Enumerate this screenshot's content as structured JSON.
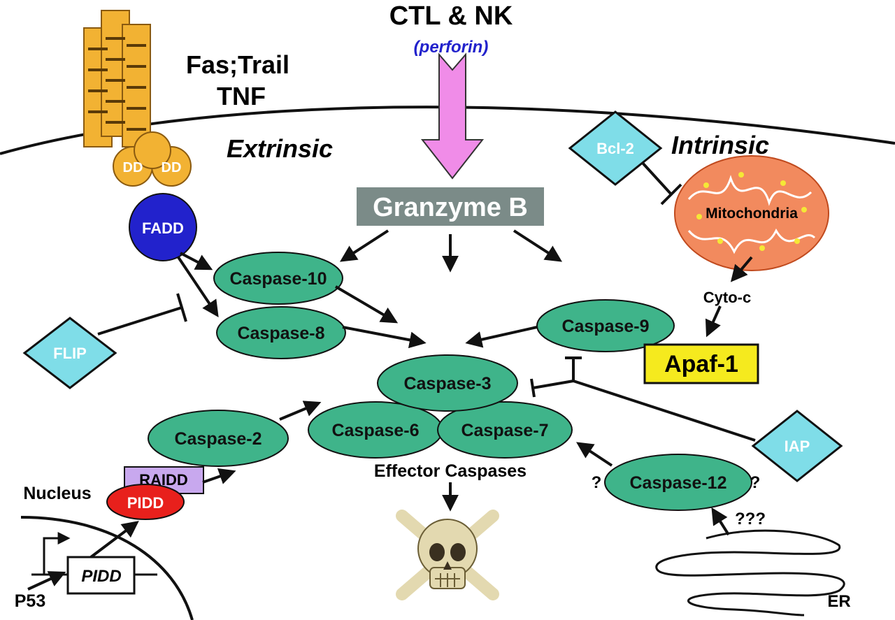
{
  "labels": {
    "ctl_nk": "CTL & NK",
    "perforin": "(perforin)",
    "fas_trail": "Fas;Trail",
    "tnf": "TNF",
    "extrinsic": "Extrinsic",
    "intrinsic": "Intrinsic",
    "dd": "DD",
    "fadd": "FADD",
    "granzyme_b": "Granzyme B",
    "bcl2": "Bcl-2",
    "mitochondria": "Mitochondria",
    "cyto_c": "Cyto-c",
    "caspase_10": "Caspase-10",
    "caspase_8": "Caspase-8",
    "caspase_9": "Caspase-9",
    "caspase_3": "Caspase-3",
    "caspase_6": "Caspase-6",
    "caspase_7": "Caspase-7",
    "caspase_2": "Caspase-2",
    "caspase_12": "Caspase-12",
    "apaf1": "Apaf-1",
    "flip": "FLIP",
    "iap": "IAP",
    "effector_caspases": "Effector Caspases",
    "raidd": "RAIDD",
    "pidd_protein": "PIDD",
    "nucleus": "Nucleus",
    "pidd_gene": "PIDD",
    "p53": "P53",
    "er": "ER",
    "q_left": "?",
    "q_right": "?",
    "q_er": "???"
  },
  "colors": {
    "caspase_fill": "#3fb48a",
    "receptor_fill": "#f2b233",
    "fadd_fill": "#2222cc",
    "granzyme_fill": "#7b8b88",
    "diamond_fill": "#7fdde8",
    "mito_fill": "#f28a5e",
    "apaf_fill": "#f5ea1e",
    "raidd_fill": "#c8a8ee",
    "pidd_fill": "#e8201c",
    "perforin_arrow": "#f08ce8",
    "perforin_text": "#2222cc"
  }
}
